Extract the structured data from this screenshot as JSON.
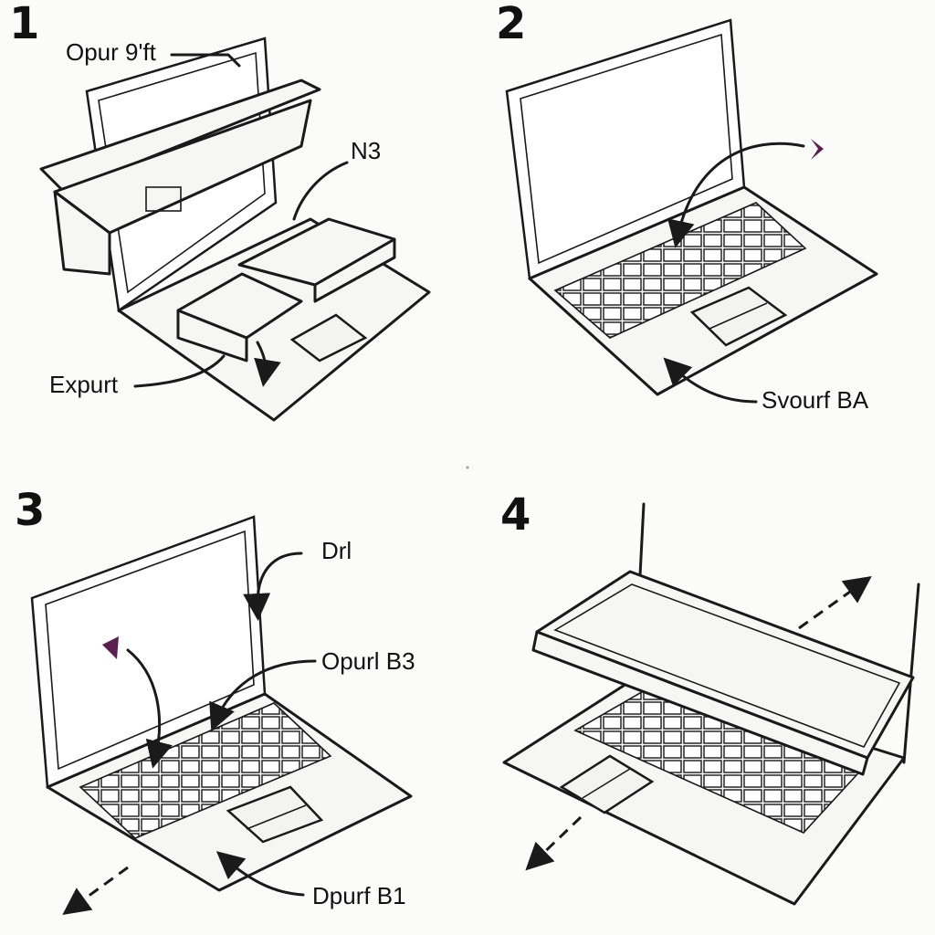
{
  "steps": [
    {
      "number": "1",
      "labels": [
        "Opur 9'ft",
        "N3",
        "Expurt"
      ]
    },
    {
      "number": "2",
      "labels": [
        "Svourf BA"
      ]
    },
    {
      "number": "3",
      "labels": [
        "Drl",
        "Opurl B3",
        "Dpurf  B1"
      ]
    },
    {
      "number": "4",
      "labels": []
    }
  ],
  "colors": {
    "accent": "#5a1f4e",
    "ink": "#1a1a1a",
    "paper": "#fbfbfa"
  }
}
